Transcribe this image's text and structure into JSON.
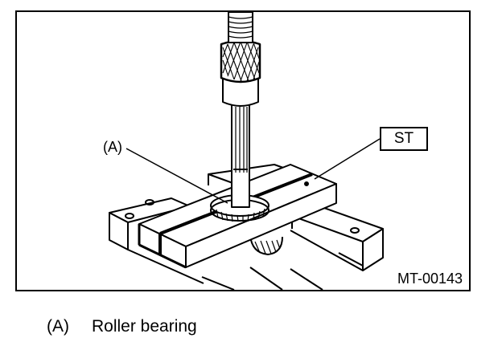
{
  "figure": {
    "callout_a": "(A)",
    "tool_label": "ST",
    "reference_code": "MT-00143"
  },
  "legend": {
    "key": "(A)",
    "text": "Roller bearing"
  }
}
